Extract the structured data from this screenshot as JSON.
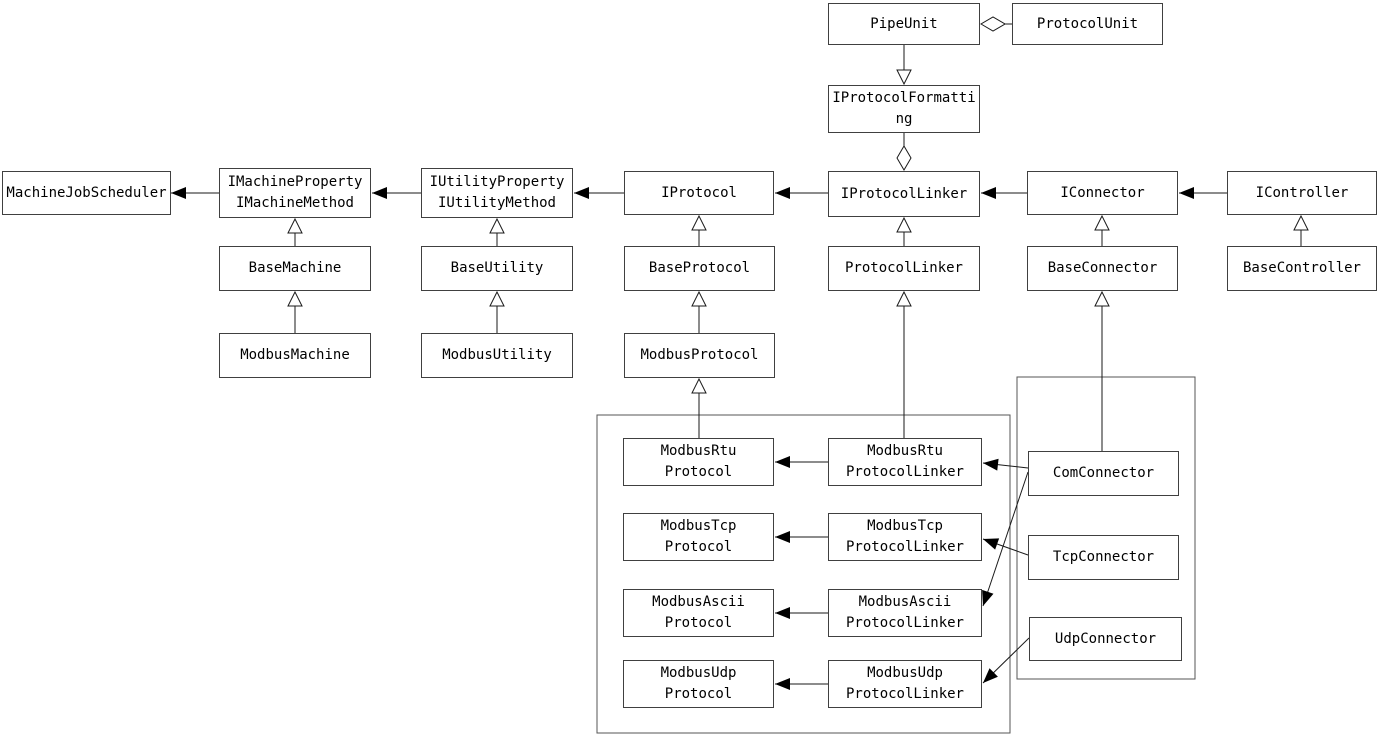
{
  "diagram": {
    "type": "uml-class-diagram",
    "colors": {
      "background": "#ffffff",
      "box_fill": "#ffffff",
      "box_border": "#404040",
      "line": "#1a1a1a",
      "text": "#000000",
      "frame_border": "#555555"
    },
    "nodes": {
      "pipe_unit": {
        "label": "PipeUnit"
      },
      "protocol_unit": {
        "label": "ProtocolUnit"
      },
      "iprotocol_formatting": {
        "label": "IProtocolFormatting"
      },
      "machine_job_scheduler": {
        "label": "MachineJobScheduler"
      },
      "imachine": {
        "label": "IMachineProperty\nIMachineMethod"
      },
      "iutility": {
        "label": "IUtilityProperty\nIUtilityMethod"
      },
      "iprotocol": {
        "label": "IProtocol"
      },
      "iprotocol_linker": {
        "label": "IProtocolLinker"
      },
      "iconnector": {
        "label": "IConnector"
      },
      "icontroller": {
        "label": "IController"
      },
      "base_machine": {
        "label": "BaseMachine"
      },
      "base_utility": {
        "label": "BaseUtility"
      },
      "base_protocol": {
        "label": "BaseProtocol"
      },
      "protocol_linker": {
        "label": "ProtocolLinker"
      },
      "base_connector": {
        "label": "BaseConnector"
      },
      "base_controller": {
        "label": "BaseController"
      },
      "modbus_machine": {
        "label": "ModbusMachine"
      },
      "modbus_utility": {
        "label": "ModbusUtility"
      },
      "modbus_protocol": {
        "label": "ModbusProtocol"
      },
      "modbus_rtu_protocol": {
        "label": "ModbusRtu\nProtocol"
      },
      "modbus_rtu_protocol_linker": {
        "label": "ModbusRtu\nProtocolLinker"
      },
      "modbus_tcp_protocol": {
        "label": "ModbusTcp\nProtocol"
      },
      "modbus_tcp_protocol_linker": {
        "label": "ModbusTcp\nProtocolLinker"
      },
      "modbus_ascii_protocol": {
        "label": "ModbusAscii\nProtocol"
      },
      "modbus_ascii_protocol_linker": {
        "label": "ModbusAscii\nProtocolLinker"
      },
      "modbus_udp_protocol": {
        "label": "ModbusUdp\nProtocol"
      },
      "modbus_udp_protocol_linker": {
        "label": "ModbusUdp\nProtocolLinker"
      },
      "com_connector": {
        "label": "ComConnector"
      },
      "tcp_connector": {
        "label": "TcpConnector"
      },
      "udp_connector": {
        "label": "UdpConnector"
      }
    },
    "groups": [
      {
        "name": "modbus-protocol-group",
        "members": [
          "modbus_rtu_protocol",
          "modbus_rtu_protocol_linker",
          "modbus_tcp_protocol",
          "modbus_tcp_protocol_linker",
          "modbus_ascii_protocol",
          "modbus_ascii_protocol_linker",
          "modbus_udp_protocol",
          "modbus_udp_protocol_linker"
        ]
      },
      {
        "name": "connector-group",
        "members": [
          "com_connector",
          "tcp_connector",
          "udp_connector"
        ]
      }
    ],
    "edges": [
      {
        "from": "pipe_unit",
        "to": "protocol_unit",
        "type": "aggregation",
        "diamond_at": "pipe_unit"
      },
      {
        "from": "pipe_unit",
        "to": "iprotocol_formatting",
        "type": "realization"
      },
      {
        "from": "iprotocol_formatting",
        "to": "iprotocol_linker",
        "type": "aggregation",
        "diamond_at": "iprotocol_linker"
      },
      {
        "from": "imachine",
        "to": "machine_job_scheduler",
        "type": "dependency"
      },
      {
        "from": "iutility",
        "to": "imachine",
        "type": "dependency"
      },
      {
        "from": "iprotocol",
        "to": "iutility",
        "type": "dependency"
      },
      {
        "from": "iprotocol_linker",
        "to": "iprotocol",
        "type": "dependency"
      },
      {
        "from": "iconnector",
        "to": "iprotocol_linker",
        "type": "dependency"
      },
      {
        "from": "icontroller",
        "to": "iconnector",
        "type": "dependency"
      },
      {
        "from": "base_machine",
        "to": "imachine",
        "type": "inheritance"
      },
      {
        "from": "base_utility",
        "to": "iutility",
        "type": "inheritance"
      },
      {
        "from": "base_protocol",
        "to": "iprotocol",
        "type": "inheritance"
      },
      {
        "from": "protocol_linker",
        "to": "iprotocol_linker",
        "type": "inheritance"
      },
      {
        "from": "base_connector",
        "to": "iconnector",
        "type": "inheritance"
      },
      {
        "from": "base_controller",
        "to": "icontroller",
        "type": "inheritance"
      },
      {
        "from": "modbus_machine",
        "to": "base_machine",
        "type": "inheritance"
      },
      {
        "from": "modbus_utility",
        "to": "base_utility",
        "type": "inheritance"
      },
      {
        "from": "modbus_protocol",
        "to": "base_protocol",
        "type": "inheritance"
      },
      {
        "from": "modbus_rtu_protocol",
        "to": "modbus_protocol",
        "type": "inheritance"
      },
      {
        "from": "modbus_rtu_protocol_linker",
        "to": "protocol_linker",
        "type": "inheritance"
      },
      {
        "from": "com_connector",
        "to": "base_connector",
        "type": "inheritance"
      },
      {
        "from": "modbus_rtu_protocol_linker",
        "to": "modbus_rtu_protocol",
        "type": "dependency"
      },
      {
        "from": "modbus_tcp_protocol_linker",
        "to": "modbus_tcp_protocol",
        "type": "dependency"
      },
      {
        "from": "modbus_ascii_protocol_linker",
        "to": "modbus_ascii_protocol",
        "type": "dependency"
      },
      {
        "from": "modbus_udp_protocol_linker",
        "to": "modbus_udp_protocol",
        "type": "dependency"
      },
      {
        "from": "com_connector",
        "to": "modbus_rtu_protocol_linker",
        "type": "dependency"
      },
      {
        "from": "com_connector",
        "to": "modbus_ascii_protocol_linker",
        "type": "dependency"
      },
      {
        "from": "tcp_connector",
        "to": "modbus_tcp_protocol_linker",
        "type": "dependency"
      },
      {
        "from": "udp_connector",
        "to": "modbus_udp_protocol_linker",
        "type": "dependency"
      }
    ]
  }
}
